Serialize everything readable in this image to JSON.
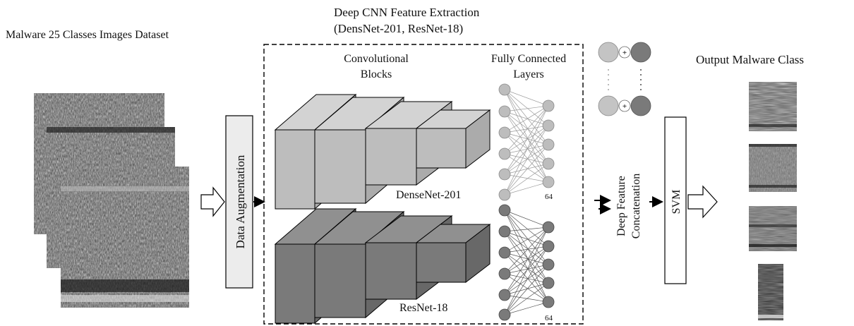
{
  "dataset": {
    "label": "Malware 25 Classes Images Dataset"
  },
  "feature_extraction": {
    "title_line1": "Deep CNN Feature Extraction",
    "title_line2": "(DensNet-201, ResNet-18)"
  },
  "blocks": {
    "conv_line1": "Convolutional",
    "conv_line2": "Blocks",
    "fc_line1": "Fully Connected",
    "fc_line2": "Layers"
  },
  "networks": {
    "densenet": {
      "label": "DenseNet-201",
      "fc_size": "64",
      "color": "#bdbdbd"
    },
    "resnet": {
      "label": "ResNet-18",
      "fc_size": "64",
      "color": "#7a7a7a"
    }
  },
  "steps": {
    "augmentation": "Data Augmentation",
    "concat_line1": "Deep Feature",
    "concat_line2": "Concatenation",
    "classifier": "SVM",
    "plus_symbol": "+"
  },
  "output": {
    "label": "Output Malware Class"
  },
  "icons": [
    "hollow-right-arrow-icon",
    "concatenation-circles-icon"
  ]
}
